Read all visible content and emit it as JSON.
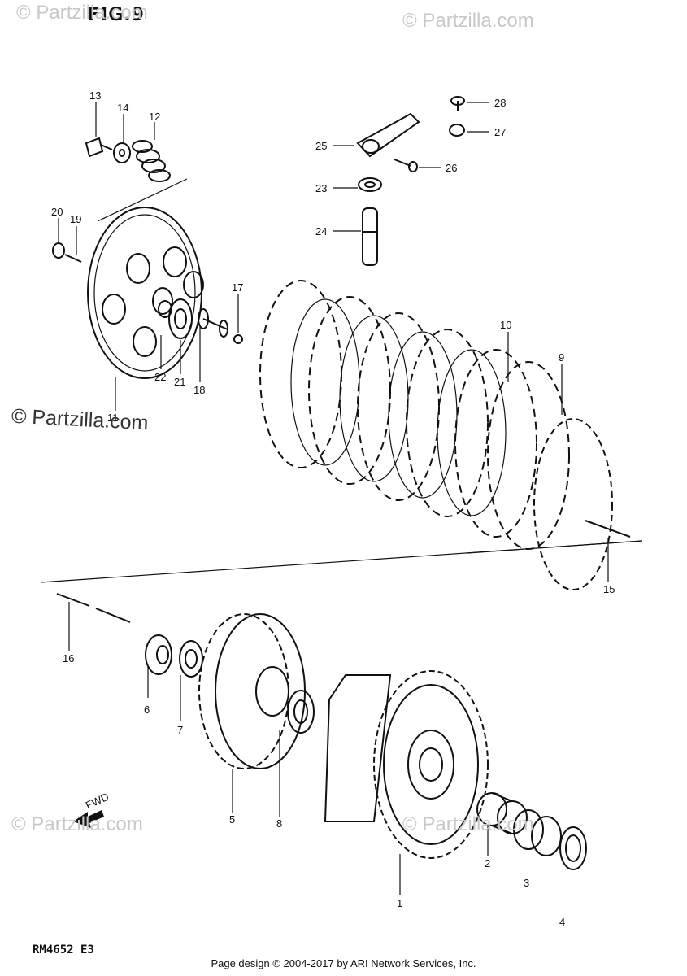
{
  "figure_title": "FIG.9",
  "watermarks": [
    "© Partzilla.com",
    "© Partzilla.com",
    "© Partzilla.com",
    "© Partzilla.com",
    "© Partzilla.com"
  ],
  "diagram_code": "RM4652 E3",
  "footer": "Page design © 2004-2017 by ARI Network Services, Inc.",
  "callouts": [
    "1",
    "2",
    "3",
    "4",
    "5",
    "6",
    "7",
    "8",
    "9",
    "10",
    "11",
    "12",
    "13",
    "14",
    "15",
    "16",
    "17",
    "18",
    "19",
    "20",
    "21",
    "22",
    "23",
    "24",
    "25",
    "26",
    "27",
    "28"
  ],
  "forward_arrow_label": "FWD"
}
